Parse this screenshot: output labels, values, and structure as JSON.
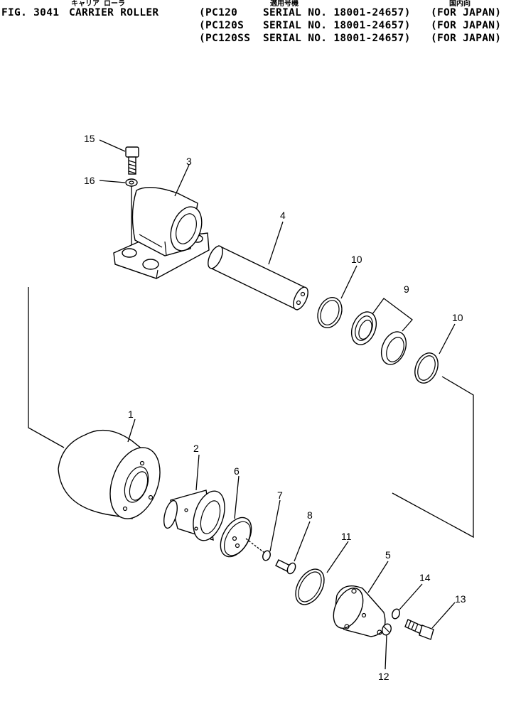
{
  "header": {
    "fig_label": "FIG. 3041",
    "title": "CARRIER ROLLER",
    "title_jp": "キャリア ローラ",
    "serial_heading_jp": "適用号機",
    "destination_heading_jp": "国内向",
    "lines": [
      {
        "model": "(PC120",
        "serial": "SERIAL NO. 18001-24657)",
        "dest": "(FOR JAPAN)"
      },
      {
        "model": "(PC120S",
        "serial": "SERIAL NO. 18001-24657)",
        "dest": "(FOR JAPAN)"
      },
      {
        "model": "(PC120SS",
        "serial": "SERIAL NO. 18001-24657)",
        "dest": "(FOR JAPAN)"
      }
    ]
  },
  "callouts": [
    "1",
    "2",
    "3",
    "4",
    "5",
    "6",
    "7",
    "8",
    "9",
    "10",
    "10",
    "11",
    "12",
    "13",
    "14",
    "15",
    "16"
  ]
}
